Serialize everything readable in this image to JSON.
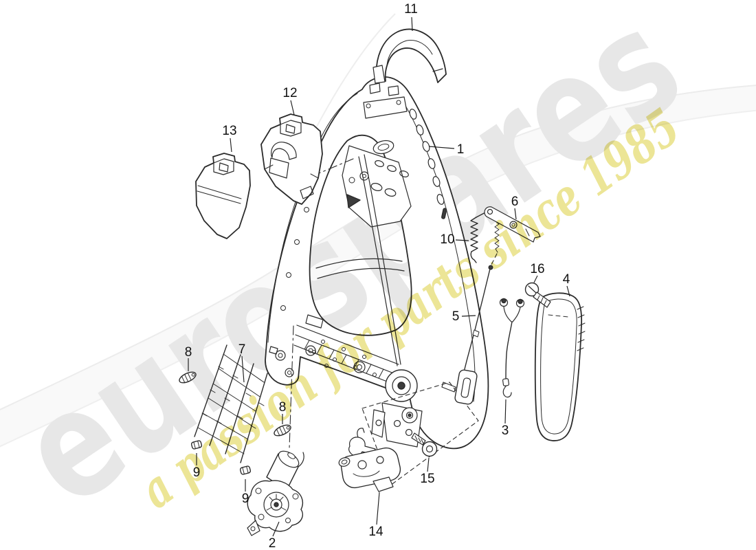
{
  "watermark": {
    "brand": "eurospares",
    "tagline": "a passion for parts since 1985",
    "brand_color": "#e7e7e7",
    "tagline_color": "#e9e184",
    "swoosh_fill": "#f6f6f6",
    "swoosh_edge": "#ececec"
  },
  "diagram": {
    "background_color": "#ffffff",
    "line_color": "#2b2b2b",
    "label_color": "#111111",
    "callouts": [
      {
        "part": "1"
      },
      {
        "part": "2"
      },
      {
        "part": "3"
      },
      {
        "part": "4"
      },
      {
        "part": "5"
      },
      {
        "part": "6"
      },
      {
        "part": "7"
      },
      {
        "part": "8"
      },
      {
        "part": "8"
      },
      {
        "part": "9"
      },
      {
        "part": "9"
      },
      {
        "part": "10"
      },
      {
        "part": "11"
      },
      {
        "part": "12"
      },
      {
        "part": "13"
      },
      {
        "part": "14"
      },
      {
        "part": "15"
      },
      {
        "part": "16"
      }
    ]
  }
}
